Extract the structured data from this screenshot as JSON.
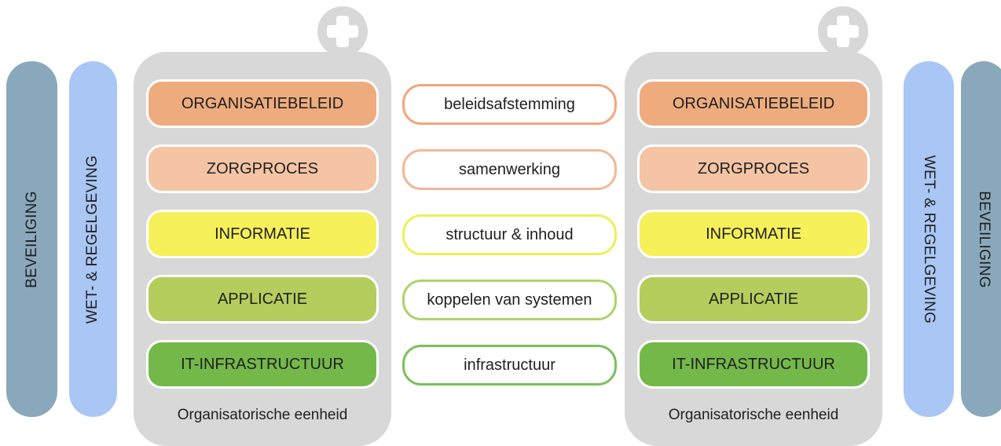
{
  "side_bars": {
    "left_outer": "BEVEILIGING",
    "left_inner": "WET- & REGELGEVING",
    "right_inner": "WET- & REGELGEVING",
    "right_outer": "BEVEILIGING"
  },
  "colors": {
    "security_bar": "#8aa8bc",
    "law_bar": "#a9c6f4",
    "panel": "#d8d8d8",
    "layers": [
      "#eeac7e",
      "#f4c4a4",
      "#f6f05a",
      "#b4cd5c",
      "#74b84a"
    ],
    "connector_borders": [
      "#f2a57e",
      "#f2b896",
      "#eef056",
      "#aed36a",
      "#78c25a"
    ]
  },
  "left_unit": {
    "layers": [
      "ORGANISATIEBELEID",
      "ZORGPROCES",
      "INFORMATIE",
      "APPLICATIE",
      "IT-INFRASTRUCTUUR"
    ],
    "caption": "Organisatorische eenheid"
  },
  "right_unit": {
    "layers": [
      "ORGANISATIEBELEID",
      "ZORGPROCES",
      "INFORMATIE",
      "APPLICATIE",
      "IT-INFRASTRUCTUUR"
    ],
    "caption": "Organisatorische eenheid"
  },
  "connectors": [
    "beleidsafstemming",
    "samenwerking",
    "structuur & inhoud",
    "koppelen van systemen",
    "infrastructuur"
  ],
  "icons": {
    "left_badge": "plus-icon",
    "right_badge": "plus-icon"
  }
}
